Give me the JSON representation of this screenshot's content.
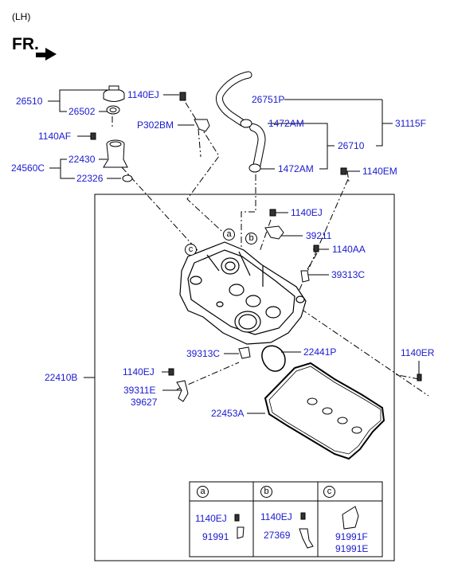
{
  "header": {
    "side_label": "(LH)",
    "front_label": "FR."
  },
  "parts": {
    "p26510": "26510",
    "p26502": "26502",
    "p1140EJ_top": "1140EJ",
    "pP302BM": "P302BM",
    "p1140AF": "1140AF",
    "p22430": "22430",
    "p24560C": "24560C",
    "p22326": "22326",
    "p26751P": "26751P",
    "p1472AM_a": "1472AM",
    "p31115F": "31115F",
    "p26710": "26710",
    "p1472AM_b": "1472AM",
    "p1140EM": "1140EM",
    "p1140EJ_mid": "1140EJ",
    "p39211": "39211",
    "p1140AA": "1140AA",
    "p39313C_r": "39313C",
    "p39313C_l": "39313C",
    "p22441P": "22441P",
    "p1140ER": "1140ER",
    "p22410B": "22410B",
    "p1140EJ_low": "1140EJ",
    "p39311E": "39311E",
    "p39627": "39627",
    "p22453A": "22453A"
  },
  "callouts": {
    "a": "a",
    "b": "b",
    "c": "c"
  },
  "detail_table": {
    "col_a": {
      "marker": "a",
      "bolt": "1140EJ",
      "part": "91991"
    },
    "col_b": {
      "marker": "b",
      "bolt": "1140EJ",
      "part": "27369"
    },
    "col_c": {
      "marker": "c",
      "part1": "91991F",
      "part2": "91991E"
    }
  },
  "colors": {
    "label": "#1a1ad0",
    "line": "#000000"
  }
}
